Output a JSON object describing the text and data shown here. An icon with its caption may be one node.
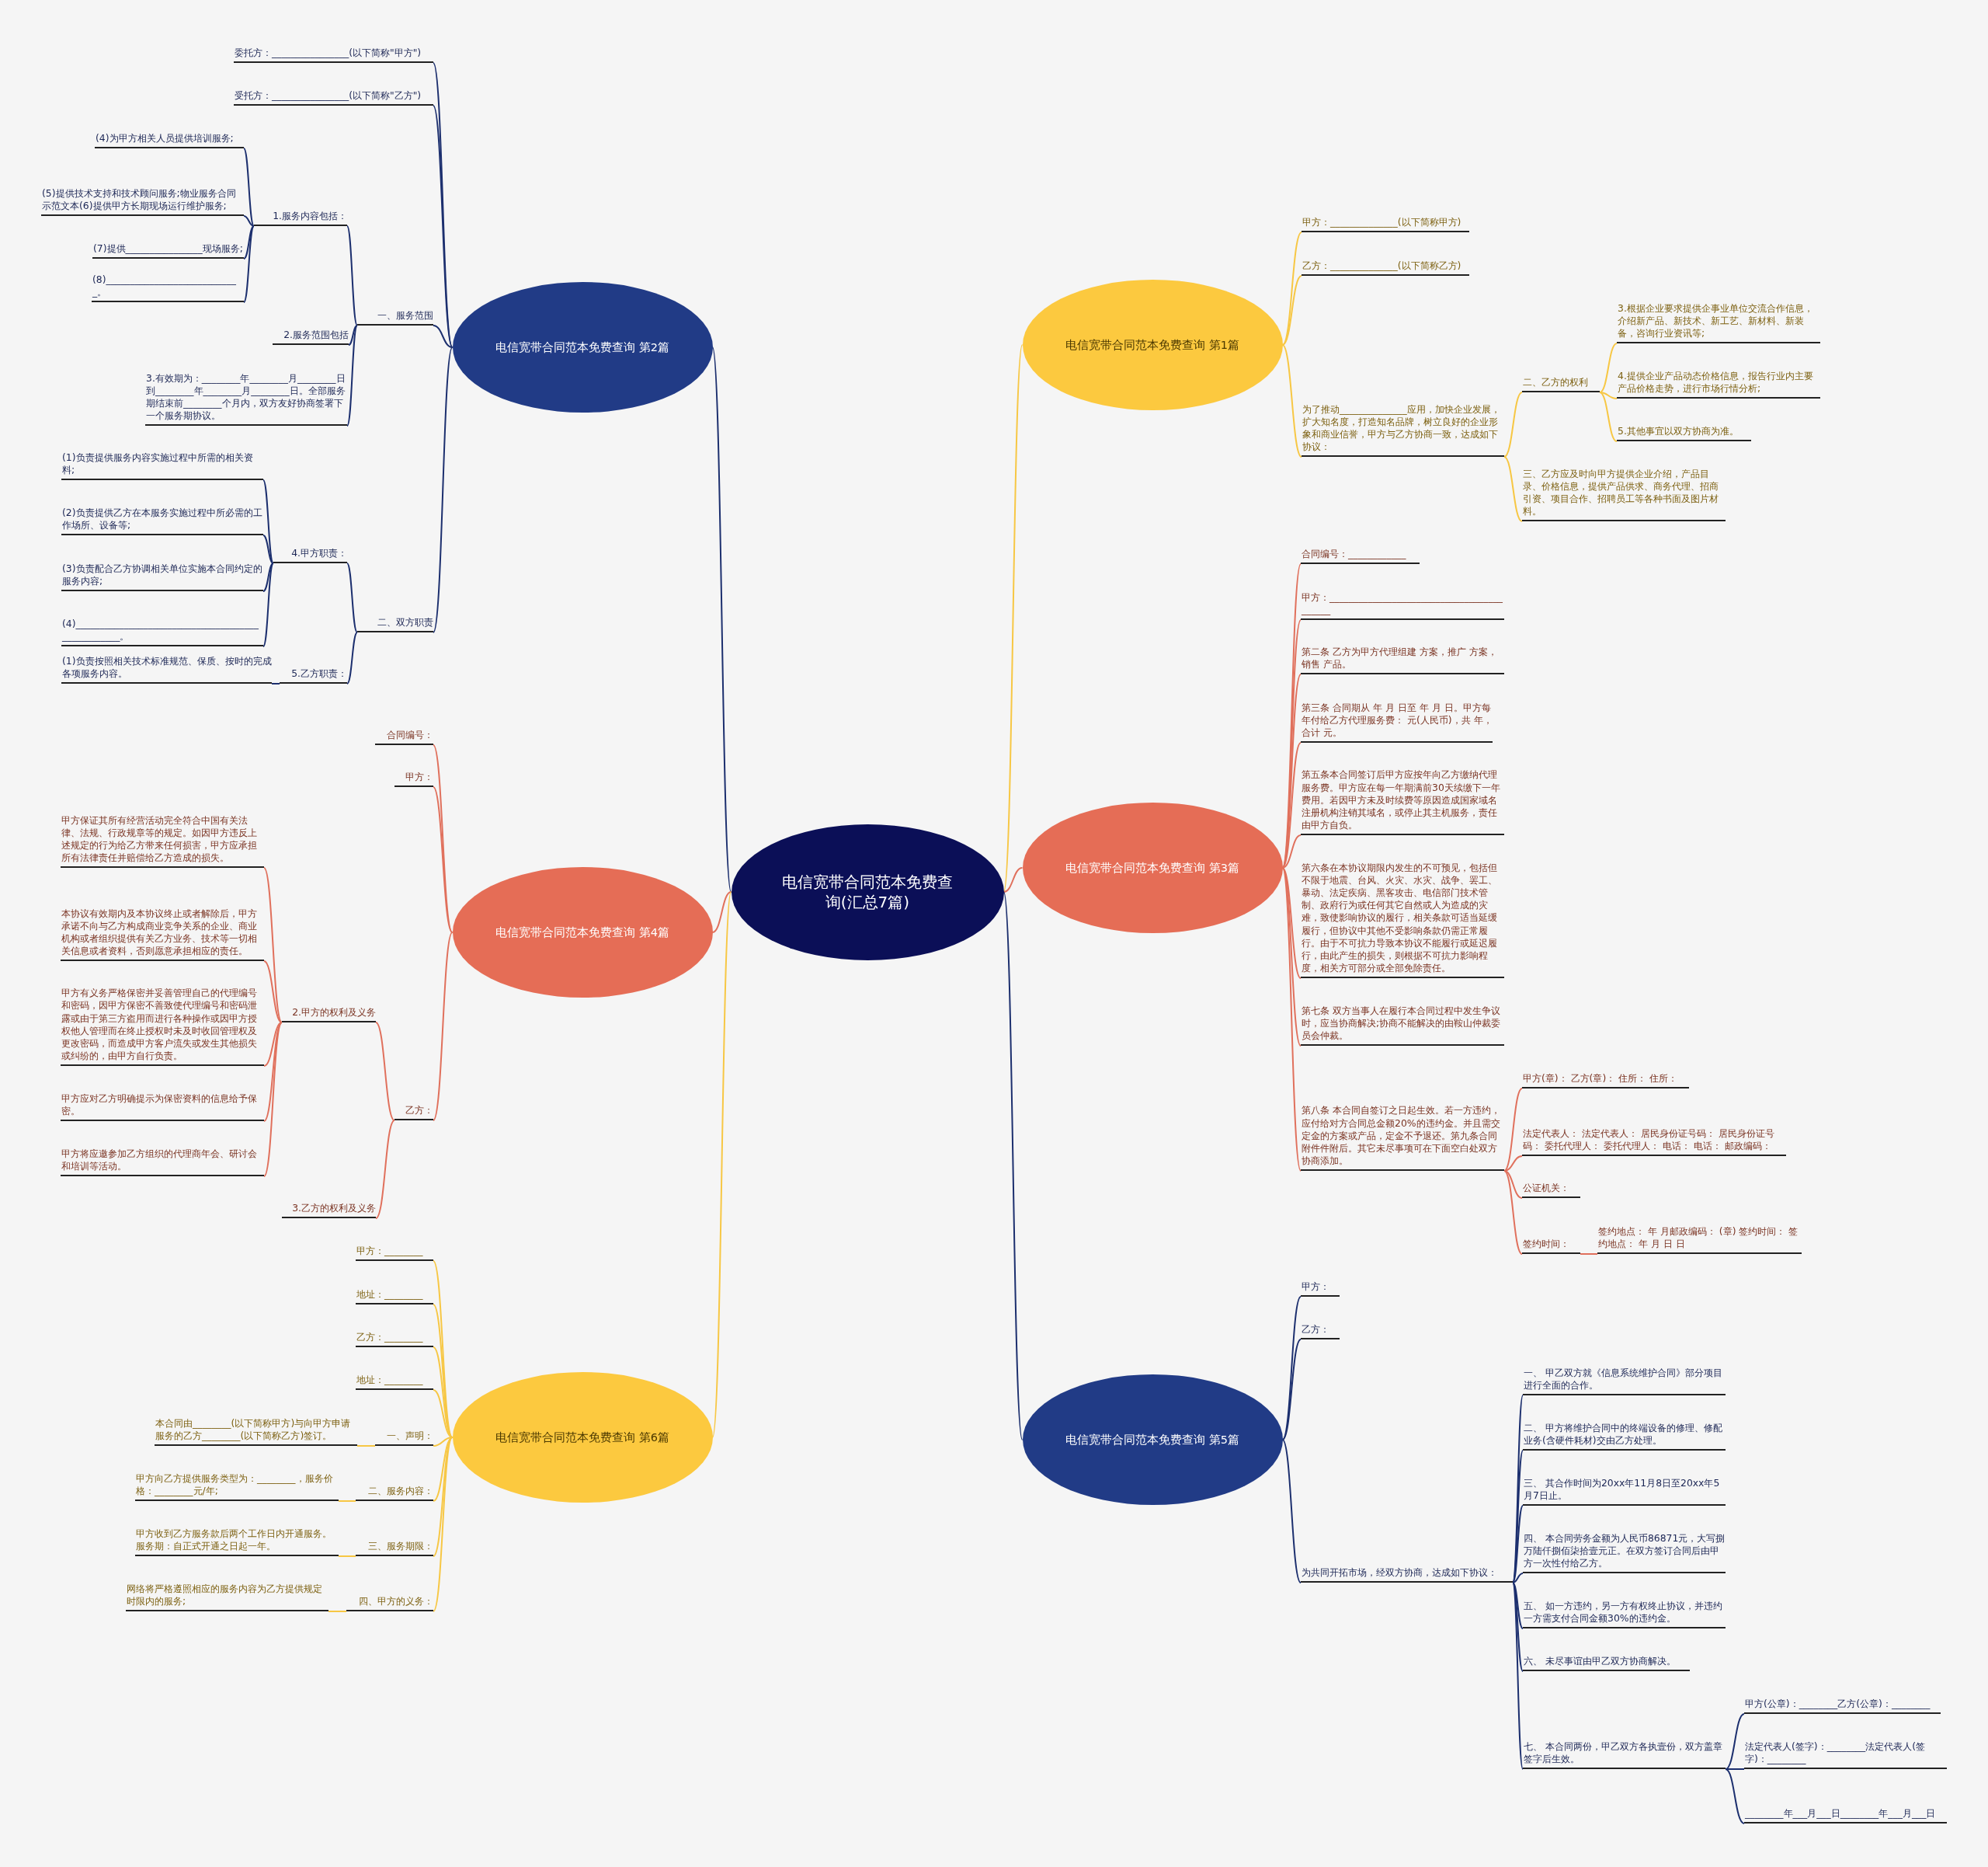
{
  "diagram": {
    "nodes": [
      {
        "text": [
          "电信宽带合同范本免费查询(汇总7篇)"
        ]
      },
      {
        "text": [
          "电信宽带合同范本免费查询 第2篇"
        ]
      },
      {
        "text": [
          "委托方：________________(以下简称\"甲方\")"
        ]
      },
      {
        "text": [
          "受托方：________________(以下简称\"乙方\")"
        ]
      },
      {
        "text": [
          "一、服务范围"
        ]
      },
      {
        "text": [
          "1.服务内容包括："
        ]
      },
      {
        "text": [
          "(4)为甲方相关人员提供培训服务;"
        ]
      },
      {
        "text": [
          "(5)提供技术支持和技术顾问服务;物业服务合同示范文本(6)提供甲方长期现场运行维护服务;"
        ]
      },
      {
        "text": [
          "(7)提供________________现场服务;"
        ]
      },
      {
        "text": [
          "(8)____________________________。"
        ]
      },
      {
        "text": [
          "2.服务范围包括"
        ]
      },
      {
        "text": [
          "3.有效期为：________年________月________日到________年________月________日。全部服务期结束前________个月内，双方友好协商签署下一个服务期协议。"
        ]
      },
      {
        "text": [
          "二、双方职责"
        ]
      },
      {
        "text": [
          "4.甲方职责："
        ]
      },
      {
        "text": [
          "(1)负责提供服务内容实施过程中所需的相关资料;"
        ]
      },
      {
        "text": [
          "(2)负责提供乙方在本服务实施过程中所必需的工作场所、设备等;"
        ]
      },
      {
        "text": [
          "(3)负责配合乙方协调相关单位实施本合同约定的服务内容;"
        ]
      },
      {
        "text": [
          "(4)__________________________________________________。"
        ]
      },
      {
        "text": [
          "5.乙方职责："
        ]
      },
      {
        "text": [
          "(1)负责按照相关技术标准规范、保质、按时的完成各项服务内容。"
        ]
      },
      {
        "text": [
          "电信宽带合同范本免费查询 第4篇"
        ]
      },
      {
        "text": [
          "合同编号："
        ]
      },
      {
        "text": [
          "甲方："
        ]
      },
      {
        "text": [
          "乙方："
        ]
      },
      {
        "text": [
          "2.甲方的权利及义务"
        ]
      },
      {
        "text": [
          "甲方保证其所有经营活动完全符合中国有关法律、法规、行政规章等的规定。如因甲方违反上述规定的行为给乙方带来任何损害，甲方应承担所有法律责任并赔偿给乙方造成的损失。"
        ]
      },
      {
        "text": [
          "本协议有效期内及本协议终止或者解除后，甲方承诺不向与乙方构成商业竞争关系的企业、商业机构或者组织提供有关乙方业务、技术等一切相关信息或者资料，否则愿意承担相应的责任。"
        ]
      },
      {
        "text": [
          "甲方有义务严格保密并妥善管理自己的代理编号和密码，因甲方保密不善致使代理编号和密码泄露或由于第三方盗用而进行各种操作或因甲方授权他人管理而在终止授权时未及时收回管理权及更改密码，而造成甲方客户流失或发生其他损失或纠纷的，由甲方自行负责。"
        ]
      },
      {
        "text": [
          "甲方应对乙方明确提示为保密资料的信息给予保密。"
        ]
      },
      {
        "text": [
          "甲方将应邀参加乙方组织的代理商年会、研讨会和培训等活动。"
        ]
      },
      {
        "text": [
          "3.乙方的权利及义务"
        ]
      },
      {
        "text": [
          "电信宽带合同范本免费查询 第6篇"
        ]
      },
      {
        "text": [
          "甲方：________"
        ]
      },
      {
        "text": [
          "地址：________"
        ]
      },
      {
        "text": [
          "乙方：________"
        ]
      },
      {
        "text": [
          "地址：________"
        ]
      },
      {
        "text": [
          "一、声明："
        ]
      },
      {
        "text": [
          "本合同由________(以下简称甲方)与向甲方申请服务的乙方________(以下简称乙方)签订。"
        ]
      },
      {
        "text": [
          "二、服务内容："
        ]
      },
      {
        "text": [
          "甲方向乙方提供服务类型为：________，服务价格：________元/年;"
        ]
      },
      {
        "text": [
          "三、服务期限："
        ]
      },
      {
        "text": [
          "甲方收到乙方服务款后两个工作日内开通服务。服务期：自正式开通之日起一年。"
        ]
      },
      {
        "text": [
          "四、甲方的义务："
        ]
      },
      {
        "text": [
          "网络将严格遵照相应的服务内容为乙方提供规定时限内的服务;"
        ]
      },
      {
        "text": [
          "电信宽带合同范本免费查询 第1篇"
        ]
      },
      {
        "text": [
          "甲方：______________(以下简称甲方)"
        ]
      },
      {
        "text": [
          "乙方：______________(以下简称乙方)"
        ]
      },
      {
        "text": [
          "为了推动______________应用，加快企业发展，扩大知名度，打造知名品牌，树立良好的企业形象和商业信誉，甲方与乙方协商一致，达成如下协议："
        ]
      },
      {
        "text": [
          "二、乙方的权利"
        ]
      },
      {
        "text": [
          "3.根据企业要求提供企事业单位交流合作信息，介绍新产品、新技术、新工艺、新材料、新装备，咨询行业资讯等;"
        ]
      },
      {
        "text": [
          "4.提供企业产品动态价格信息，报告行业内主要产品价格走势，进行市场行情分析;"
        ]
      },
      {
        "text": [
          "5.其他事宜以双方协商为准。"
        ]
      },
      {
        "text": [
          "三、乙方应及时向甲方提供企业介绍，产品目录、价格信息，提供产品供求、商务代理、招商引资、项目合作、招聘员工等各种书面及图片材料。"
        ]
      },
      {
        "text": [
          "电信宽带合同范本免费查询 第3篇"
        ]
      },
      {
        "text": [
          "合同编号：____________"
        ]
      },
      {
        "text": [
          "甲方：__________________________________________"
        ]
      },
      {
        "text": [
          "第二条 乙方为甲方代理组建 方案，推广 方案，销售 产品。"
        ]
      },
      {
        "text": [
          "第三条 合同期从 年 月 日至 年 月 日。甲方每年付给乙方代理服务费： 元(人民币)，共 年，合计 元。"
        ]
      },
      {
        "text": [
          "第五条本合同签订后甲方应按年向乙方缴纳代理服务费。甲方应在每一年期满前30天续缴下一年费用。若因甲方未及时续费等原因造成国家域名注册机构注销其域名，或停止其主机服务，责任由甲方自负。"
        ]
      },
      {
        "text": [
          "第六条在本协议期限内发生的不可预见，包括但不限于地震、台风、火灾、水灾、战争、罢工、暴动、法定疾病、黑客攻击、电信部门技术管制、政府行为或任何其它自然或人为造成的灾难，致使影响协议的履行，相关条款可适当延缓履行，但协议中其他不受影响条款仍需正常履行。由于不可抗力导致本协议不能履行或延迟履行，由此产生的损失，则根据不可抗力影响程度，相关方可部分或全部免除责任。"
        ]
      },
      {
        "text": [
          "第七条 双方当事人在履行本合同过程中发生争议时，应当协商解决;协商不能解决的由鞍山仲裁委员会仲裁。"
        ]
      },
      {
        "text": [
          "第八条 本合同自签订之日起生效。若一方违约，应付给对方合同总金额20%的违约金。并且需交定金的方案或产品，定金不予退还。第九条合同附件件附后。其它未尽事项可在下面空白处双方协商添加。"
        ]
      },
      {
        "text": [
          "甲方(章)： 乙方(章)： 住所： 住所："
        ]
      },
      {
        "text": [
          "法定代表人： 法定代表人： 居民身份证号码： 居民身份证号码： 委托代理人： 委托代理人： 电话： 电话： 邮政编码："
        ]
      },
      {
        "text": [
          "公证机关："
        ]
      },
      {
        "text": [
          "签约时间："
        ]
      },
      {
        "text": [
          "签约地点： 年 月邮政编码： (章) 签约时间： 签约地点： 年 月 日 日"
        ]
      },
      {
        "text": [
          "电信宽带合同范本免费查询 第5篇"
        ]
      },
      {
        "text": [
          "甲方："
        ]
      },
      {
        "text": [
          "乙方："
        ]
      },
      {
        "text": [
          "为共同开拓市场，经双方协商，达成如下协议："
        ]
      },
      {
        "text": [
          "一、 甲乙双方就《信息系统维护合同》部分项目进行全面的合作。"
        ]
      },
      {
        "text": [
          "二、 甲方将维护合同中的终端设备的修理、修配业务(含硬件耗材)交由乙方处理。"
        ]
      },
      {
        "text": [
          "三、 其合作时间为20xx年11月8日至20xx年5月7日止。"
        ]
      },
      {
        "text": [
          "四、 本合同劳务金额为人民币86871元，大写捌万陆仟捌佰柒拾壹元正。在双方签订合同后由甲方一次性付给乙方。"
        ]
      },
      {
        "text": [
          "五、 如一方违约，另一方有权终止协议，并违约一方需支付合同金额30%的违约金。"
        ]
      },
      {
        "text": [
          "六、 未尽事谊由甲乙双方协商解决。"
        ]
      },
      {
        "text": [
          "七、 本合同两份，甲乙双方各执壹份，双方盖章签字后生效。"
        ]
      },
      {
        "text": [
          "甲方(公章)：________乙方(公章)：________"
        ]
      },
      {
        "text": [
          "法定代表人(签字)：________法定代表人(签字)：________"
        ]
      },
      {
        "text": [
          "________年___月___日________年___月___日"
        ]
      }
    ],
    "edges": [
      {
        "from": 0,
        "to": 1,
        "arrow": "none"
      },
      {
        "from": 0,
        "to": 20,
        "arrow": "none",
        "color": "#e0705c"
      },
      {
        "from": 0,
        "to": 31,
        "arrow": "none",
        "color": "#f7c744"
      },
      {
        "from": 0,
        "to": 44,
        "arrow": "none",
        "color": "#f7c744"
      },
      {
        "from": 0,
        "to": 53,
        "arrow": "none",
        "color": "#e0705c"
      },
      {
        "from": 0,
        "to": 67,
        "arrow": "none"
      },
      {
        "from": 1,
        "to": 2,
        "arrow": "none"
      },
      {
        "from": 1,
        "to": 3,
        "arrow": "none"
      },
      {
        "from": 1,
        "to": 4,
        "arrow": "none"
      },
      {
        "from": 1,
        "to": 12,
        "arrow": "none"
      },
      {
        "from": 4,
        "to": 5,
        "arrow": "none"
      },
      {
        "from": 4,
        "to": 10,
        "arrow": "none"
      },
      {
        "from": 4,
        "to": 11,
        "arrow": "none"
      },
      {
        "from": 5,
        "to": 6,
        "arrow": "none"
      },
      {
        "from": 5,
        "to": 7,
        "arrow": "none"
      },
      {
        "from": 5,
        "to": 8,
        "arrow": "none"
      },
      {
        "from": 5,
        "to": 9,
        "arrow": "none"
      },
      {
        "from": 12,
        "to": 13,
        "arrow": "none"
      },
      {
        "from": 12,
        "to": 18,
        "arrow": "none"
      },
      {
        "from": 13,
        "to": 14,
        "arrow": "none"
      },
      {
        "from": 13,
        "to": 15,
        "arrow": "none"
      },
      {
        "from": 13,
        "to": 16,
        "arrow": "none"
      },
      {
        "from": 13,
        "to": 17,
        "arrow": "none"
      },
      {
        "from": 18,
        "to": 19,
        "arrow": "none"
      },
      {
        "from": 20,
        "to": 21,
        "arrow": "none",
        "color": "#e0705c"
      },
      {
        "from": 20,
        "to": 22,
        "arrow": "none",
        "color": "#e0705c"
      },
      {
        "from": 20,
        "to": 23,
        "arrow": "none",
        "color": "#e0705c"
      },
      {
        "from": 23,
        "to": 24,
        "arrow": "none",
        "color": "#e0705c"
      },
      {
        "from": 23,
        "to": 30,
        "arrow": "none",
        "color": "#e0705c"
      },
      {
        "from": 24,
        "to": 25,
        "arrow": "none",
        "color": "#e0705c"
      },
      {
        "from": 24,
        "to": 26,
        "arrow": "none",
        "color": "#e0705c"
      },
      {
        "from": 24,
        "to": 27,
        "arrow": "none",
        "color": "#e0705c"
      },
      {
        "from": 24,
        "to": 28,
        "arrow": "none",
        "color": "#e0705c"
      },
      {
        "from": 24,
        "to": 29,
        "arrow": "none",
        "color": "#e0705c"
      },
      {
        "from": 31,
        "to": 32,
        "arrow": "none",
        "color": "#f7c744"
      },
      {
        "from": 31,
        "to": 33,
        "arrow": "none",
        "color": "#f7c744"
      },
      {
        "from": 31,
        "to": 34,
        "arrow": "none",
        "color": "#f7c744"
      },
      {
        "from": 31,
        "to": 35,
        "arrow": "none",
        "color": "#f7c744"
      },
      {
        "from": 31,
        "to": 36,
        "arrow": "none",
        "color": "#f7c744"
      },
      {
        "from": 31,
        "to": 38,
        "arrow": "none",
        "color": "#f7c744"
      },
      {
        "from": 31,
        "to": 40,
        "arrow": "none",
        "color": "#f7c744"
      },
      {
        "from": 31,
        "to": 42,
        "arrow": "none",
        "color": "#f7c744"
      },
      {
        "from": 36,
        "to": 37,
        "arrow": "none",
        "color": "#f7c744"
      },
      {
        "from": 38,
        "to": 39,
        "arrow": "none",
        "color": "#f7c744"
      },
      {
        "from": 40,
        "to": 41,
        "arrow": "none",
        "color": "#f7c744"
      },
      {
        "from": 42,
        "to": 43,
        "arrow": "none",
        "color": "#f7c744"
      },
      {
        "from": 44,
        "to": 45,
        "arrow": "none",
        "color": "#f7c744"
      },
      {
        "from": 44,
        "to": 46,
        "arrow": "none",
        "color": "#f7c744"
      },
      {
        "from": 44,
        "to": 47,
        "arrow": "none",
        "color": "#f7c744"
      },
      {
        "from": 47,
        "to": 48,
        "arrow": "none",
        "color": "#f7c744"
      },
      {
        "from": 47,
        "to": 52,
        "arrow": "none",
        "color": "#f7c744"
      },
      {
        "from": 48,
        "to": 49,
        "arrow": "none",
        "color": "#f7c744"
      },
      {
        "from": 48,
        "to": 50,
        "arrow": "none",
        "color": "#f7c744"
      },
      {
        "from": 48,
        "to": 51,
        "arrow": "none",
        "color": "#f7c744"
      },
      {
        "from": 53,
        "to": 54,
        "arrow": "none",
        "color": "#e0705c"
      },
      {
        "from": 53,
        "to": 55,
        "arrow": "none",
        "color": "#e0705c"
      },
      {
        "from": 53,
        "to": 56,
        "arrow": "none",
        "color": "#e0705c"
      },
      {
        "from": 53,
        "to": 57,
        "arrow": "none",
        "color": "#e0705c"
      },
      {
        "from": 53,
        "to": 58,
        "arrow": "none",
        "color": "#e0705c"
      },
      {
        "from": 53,
        "to": 59,
        "arrow": "none",
        "color": "#e0705c"
      },
      {
        "from": 53,
        "to": 60,
        "arrow": "none",
        "color": "#e0705c"
      },
      {
        "from": 53,
        "to": 61,
        "arrow": "none",
        "color": "#e0705c"
      },
      {
        "from": 61,
        "to": 62,
        "arrow": "none",
        "color": "#e0705c"
      },
      {
        "from": 61,
        "to": 63,
        "arrow": "none",
        "color": "#e0705c"
      },
      {
        "from": 61,
        "to": 64,
        "arrow": "none",
        "color": "#e0705c"
      },
      {
        "from": 61,
        "to": 65,
        "arrow": "none",
        "color": "#e0705c"
      },
      {
        "from": 65,
        "to": 66,
        "arrow": "none",
        "color": "#e0705c"
      },
      {
        "from": 67,
        "to": 68,
        "arrow": "none"
      },
      {
        "from": 67,
        "to": 69,
        "arrow": "none"
      },
      {
        "from": 67,
        "to": 70,
        "arrow": "none"
      },
      {
        "from": 70,
        "to": 71,
        "arrow": "none"
      },
      {
        "from": 70,
        "to": 72,
        "arrow": "none"
      },
      {
        "from": 70,
        "to": 73,
        "arrow": "none"
      },
      {
        "from": 70,
        "to": 74,
        "arrow": "none"
      },
      {
        "from": 70,
        "to": 75,
        "arrow": "none"
      },
      {
        "from": 70,
        "to": 76,
        "arrow": "none"
      },
      {
        "from": 70,
        "to": 77,
        "arrow": "none"
      },
      {
        "from": 77,
        "to": 78,
        "arrow": "none"
      },
      {
        "from": 77,
        "to": 79,
        "arrow": "none"
      },
      {
        "from": 77,
        "to": 80,
        "arrow": "none"
      }
    ]
  }
}
